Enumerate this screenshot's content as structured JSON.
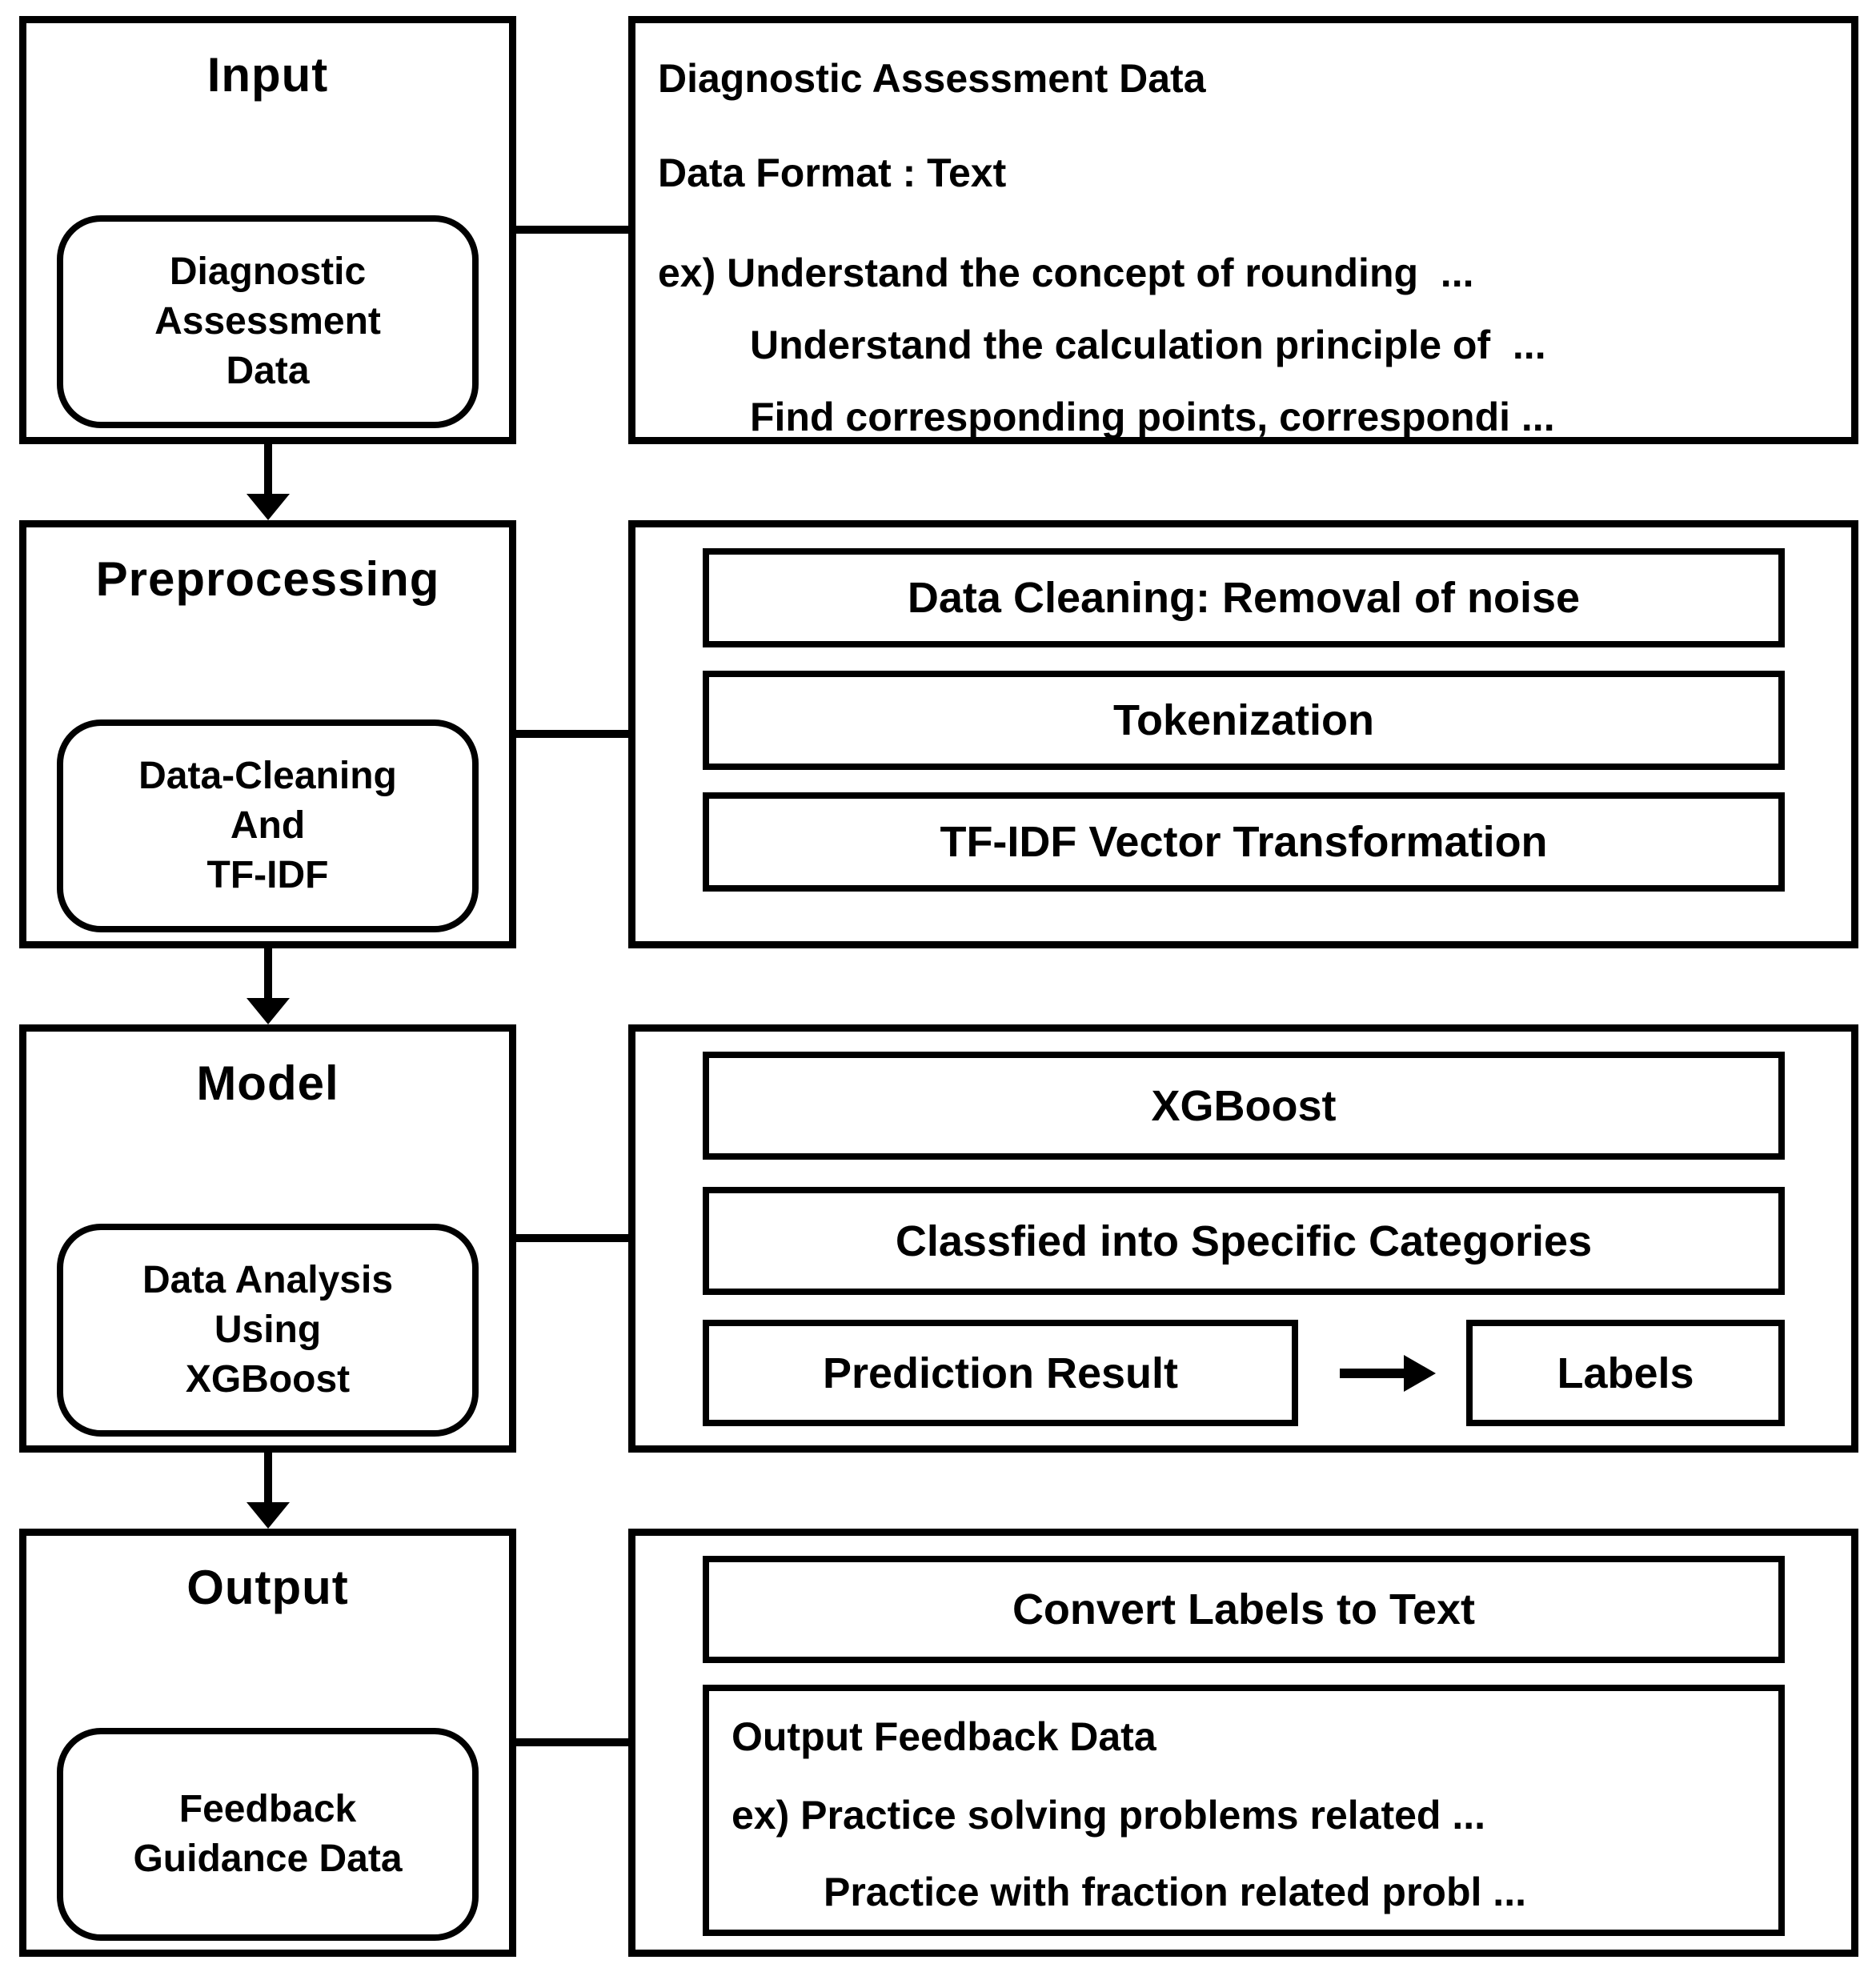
{
  "page": {
    "background_color": "#ffffff",
    "line_color": "#000000"
  },
  "stages": [
    {
      "id": "input",
      "title": "Input",
      "node_lines": [
        "Diagnostic",
        "Assessment",
        "Data"
      ],
      "detail": {
        "type": "text",
        "lines": [
          "Diagnostic Assessment Data",
          "Data Format : Text",
          "ex) Understand the concept of rounding  ...",
          "Understand the calculation principle of  ...",
          "Find corresponding points, correspondi ..."
        ]
      }
    },
    {
      "id": "preprocessing",
      "title": "Preprocessing",
      "node_lines": [
        "Data-Cleaning",
        "And",
        "TF-IDF"
      ],
      "detail": {
        "type": "steps",
        "boxes": [
          "Data Cleaning: Removal of noise",
          "Tokenization",
          "TF-IDF Vector Transformation"
        ]
      }
    },
    {
      "id": "model",
      "title": "Model",
      "node_lines": [
        "Data Analysis",
        "Using",
        "XGBoost"
      ],
      "detail": {
        "type": "steps-with-flow",
        "boxes": [
          "XGBoost",
          "Classfied into Specific Categories"
        ],
        "flow": {
          "from": "Prediction Result",
          "to": "Labels"
        }
      }
    },
    {
      "id": "output",
      "title": "Output",
      "node_lines": [
        "Feedback",
        "Guidance Data"
      ],
      "detail": {
        "type": "steps-with-text",
        "boxes": [
          "Convert Labels to Text"
        ],
        "feedback_lines": [
          "Output Feedback Data",
          "ex) Practice solving problems related ...",
          "Practice with fraction related probl ..."
        ]
      }
    }
  ]
}
